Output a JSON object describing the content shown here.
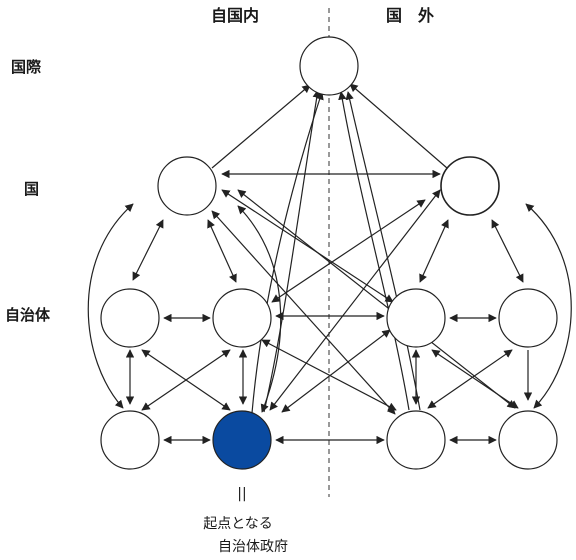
{
  "headers": {
    "domestic": "自国内",
    "foreign": "国　外"
  },
  "levels": {
    "international": "国際",
    "national": "国",
    "local": "自治体"
  },
  "origin_note": {
    "equals": "||",
    "line1": "起点となる",
    "line2": "自治体政府"
  },
  "colors": {
    "origin_fill": "#0a4aa0",
    "line": "#222222"
  },
  "nodes": [
    {
      "id": "intl",
      "label": ""
    },
    {
      "id": "nat_dom",
      "label": ""
    },
    {
      "id": "nat_for",
      "label": ""
    },
    {
      "id": "loc_dom_a",
      "label": ""
    },
    {
      "id": "loc_dom_b",
      "label": ""
    },
    {
      "id": "loc_for_a",
      "label": ""
    },
    {
      "id": "loc_for_b",
      "label": ""
    },
    {
      "id": "bot_dom_a",
      "label": ""
    },
    {
      "id": "origin",
      "label": ""
    },
    {
      "id": "bot_for_a",
      "label": ""
    },
    {
      "id": "bot_for_b",
      "label": ""
    }
  ]
}
